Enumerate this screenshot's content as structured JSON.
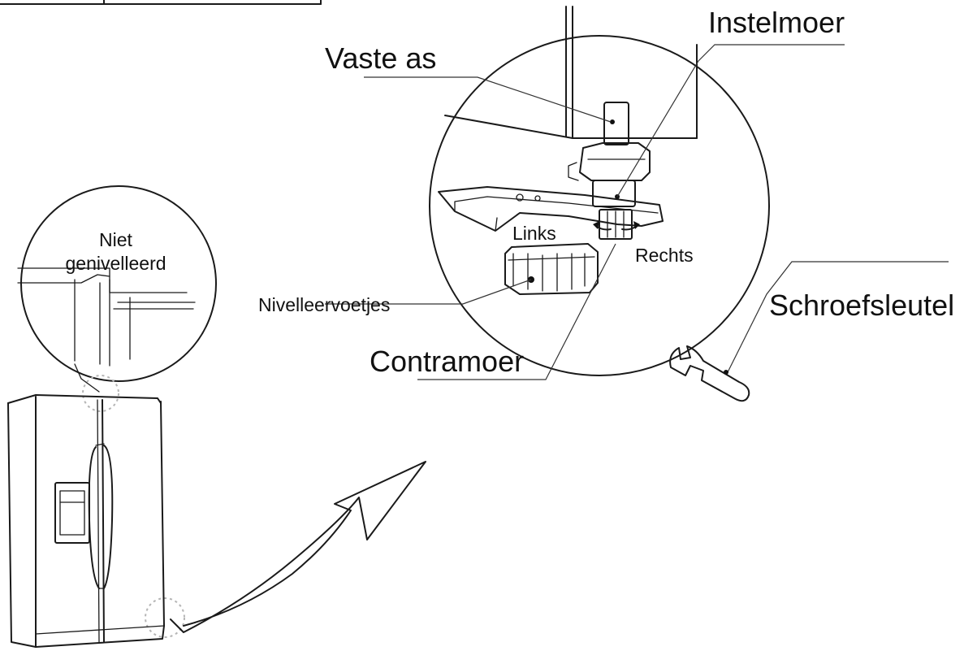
{
  "labels": {
    "vaste_as": "Vaste as",
    "instelmoer": "Instelmoer",
    "niet_line1": "Niet",
    "niet_line2": "genivelleerd",
    "links": "Links",
    "rechts": "Rechts",
    "nivelleervoetjes": "Nivelleervoetjes",
    "contramoer": "Contramoer",
    "schroefsleutel": "Schroefsleutel"
  },
  "icons": [
    "refrigerator-icon",
    "wrench-icon",
    "arrow-icon",
    "leveling-foot-icon"
  ],
  "colors": {
    "line": "#1a1a1a",
    "background": "#ffffff",
    "dashed_marker": "#b5b5b5"
  }
}
